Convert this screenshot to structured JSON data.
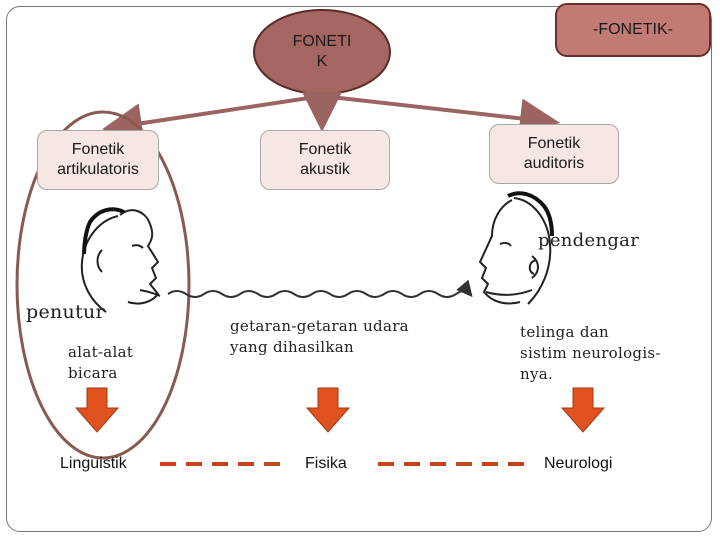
{
  "root_label": "FONETI\nK",
  "title_badge": "-FONETIK-",
  "branches": [
    {
      "label": "Fonetik\nartikulatoris"
    },
    {
      "label": "Fonetik\nakustik"
    },
    {
      "label": "Fonetik\nauditoris"
    }
  ],
  "illustration": {
    "speaker_label": "penutur",
    "speech_organs_label": "alat-alat\nbicara",
    "wave_label": "getaran-getaran udara\nyang dihasilkan",
    "listener_label": "pendengar",
    "ear_label": "telinga dan\nsistim neurologis-\nnya."
  },
  "disciplines": [
    "Linguistik",
    "Fisika",
    "Neurologi"
  ],
  "colors": {
    "root_fill": "#a56661",
    "root_stroke": "#5a2a28",
    "badge_fill": "#c27a74",
    "box_fill": "#f6e6e4",
    "arrow_fill": "#e0531e",
    "dash_color": "#c8431c",
    "ellipse_stroke": "#8a5a50",
    "connector": "#9c6461"
  }
}
